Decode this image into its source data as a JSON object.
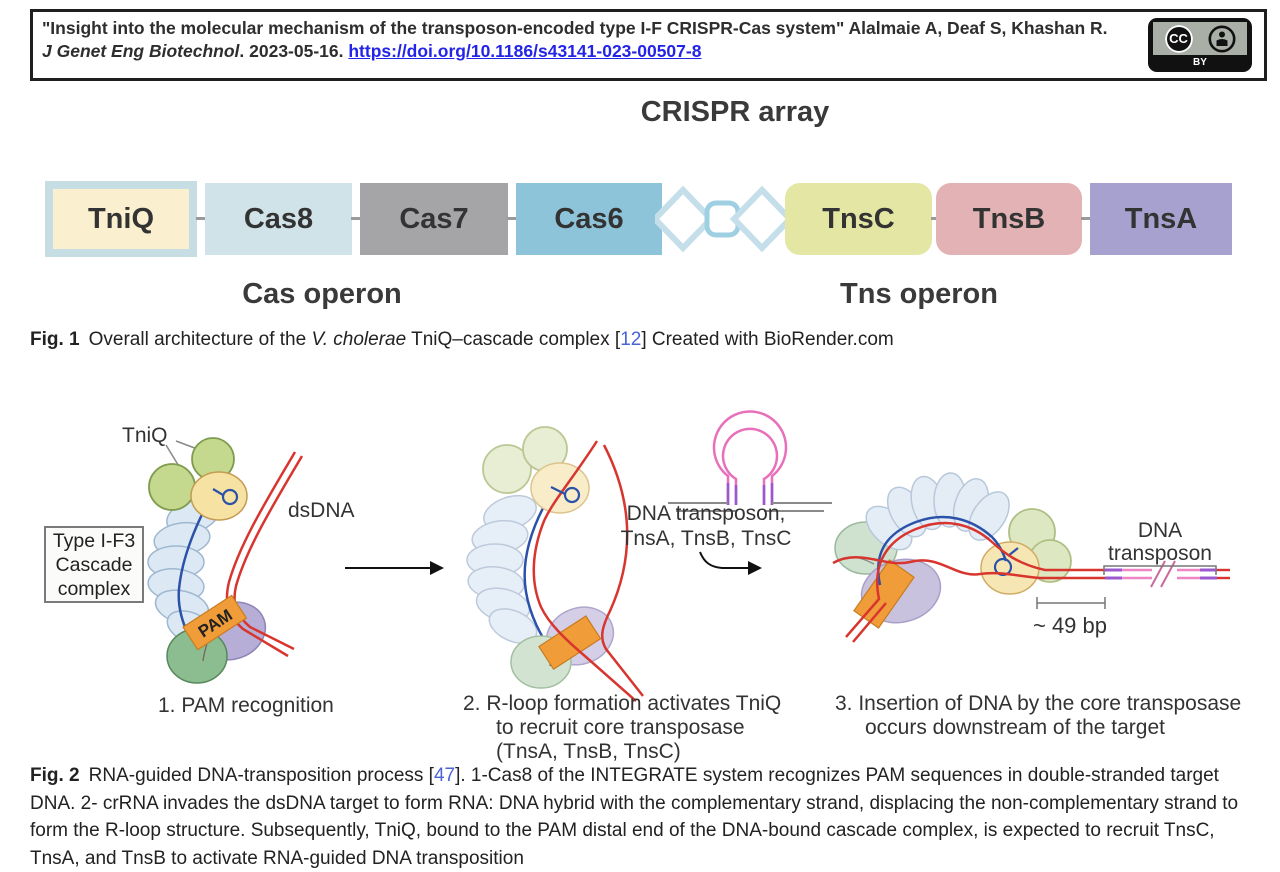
{
  "palette": {
    "link_blue": "#2424e8",
    "ref_blue": "#4a63d8",
    "text_dark": "#3a3a3a",
    "tniq_fill": "#faf0d0",
    "tniq_border": "#c6dde4",
    "cas8_fill": "#cfe3e8",
    "cas7_fill": "#a5a5a7",
    "cas6_fill": "#8ec4d9",
    "tnsc_fill": "#e4e6a4",
    "tnsb_fill": "#e2b2b5",
    "tnsa_fill": "#a7a1cf",
    "diamond_stroke": "#c5dfea",
    "dna_red": "#d8352f",
    "crrna_blue": "#2b52a8",
    "pam_orange": "#f09c38",
    "transposon_pink": "#e870ba",
    "transposon_purple": "#9b59d0"
  },
  "header": {
    "title_line": "\"Insight into the molecular mechanism of the transposon-encoded type I-F CRISPR-Cas system\" Alalmaie A, Deaf S, Khashan R.",
    "journal": "J Genet Eng Biotechnol",
    "after_journal": ". 2023-05-16. ",
    "doi_link": "https://doi.org/10.1186/s43141-023-00507-8",
    "license": {
      "cc": "CC",
      "by": "BY"
    }
  },
  "fig1": {
    "array_title": "CRISPR array",
    "genes": [
      {
        "label": "TniQ"
      },
      {
        "label": "Cas8"
      },
      {
        "label": "Cas7"
      },
      {
        "label": "Cas6"
      },
      {
        "label": "TnsC"
      },
      {
        "label": "TnsB"
      },
      {
        "label": "TnsA"
      }
    ],
    "cas_operon": "Cas operon",
    "tns_operon": "Tns operon",
    "caption": {
      "tag": "Fig. 1",
      "t1": "Overall architecture of the ",
      "species": "V. cholerae",
      "t2": " TniQ–cascade complex [",
      "ref": "12",
      "t3": "] Created with BioRender.com"
    }
  },
  "fig2": {
    "labels": {
      "tniq": "TniQ",
      "dsdna": "dsDNA",
      "cascade_line1": "Type I-F3",
      "cascade_line2": "Cascade",
      "cascade_line3": "complex",
      "pam": "PAM",
      "callout_line1": "DNA transposon,",
      "callout_line2": "TnsA, TnsB, TnsC",
      "transposon_line1": "DNA",
      "transposon_line2": "transposon",
      "bp": "~ 49 bp"
    },
    "step1_caption": "1. PAM recognition",
    "step2_caption_line1": "2. R-loop formation activates TniQ",
    "step2_caption_line2": "to recruit core transposase",
    "step2_caption_line3": "(TnsA, TnsB, TnsC)",
    "step3_caption_line1": "3. Insertion of DNA by the core transposase",
    "step3_caption_line2": "occurs downstream of the target",
    "caption": {
      "tag": "Fig. 2",
      "t1": "RNA-guided DNA-transposition process [",
      "ref": "47",
      "t2": "]. 1-Cas8 of the INTEGRATE system recognizes PAM sequences in double-stranded target DNA. 2- crRNA invades the dsDNA target to form RNA: DNA hybrid with the complementary strand, displacing the non-complementary strand to form the R-loop structure. Subsequently, TniQ, bound to the PAM distal end of the DNA-bound cascade complex, is expected to recruit TnsC, TnsA, and TnsB to activate RNA-guided DNA transposition"
    }
  }
}
